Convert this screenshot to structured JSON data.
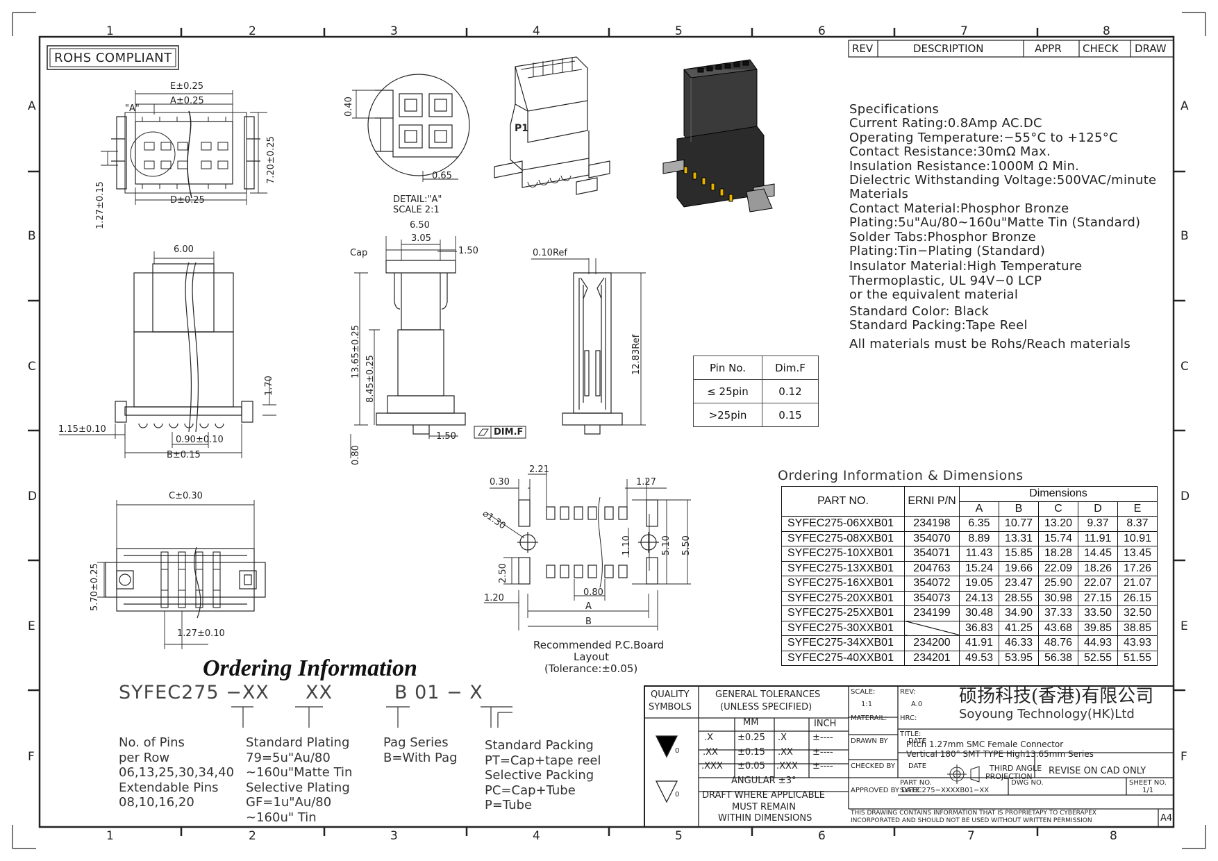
{
  "frame": {
    "columns": [
      "1",
      "2",
      "3",
      "4",
      "5",
      "6",
      "7",
      "8"
    ],
    "rows": [
      "A",
      "B",
      "C",
      "D",
      "E",
      "F"
    ]
  },
  "rohs": "ROHS COMPLIANT",
  "revision_block": {
    "rev": "REV",
    "description": "DESCRIPTION",
    "appr": "APPR",
    "check": "CHECK",
    "draw": "DRAW"
  },
  "specifications": [
    "Specifications",
    "Current  Rating:0.8Amp  AC.DC",
    "Operating  Temperature:−55°C  to  +125°C",
    "Contact  Resistance:30mΩ  Max.",
    "Insulation  Resistance:1000M  Ω Min.",
    "Dielectric  Withstanding  Voltage:500VAC/minute",
    "Materials",
    "Contact  Material:Phosphor  Bronze",
    "Plating:5u\"Au/80~160u\"Matte  Tin  (Standard)",
    "Solder  Tabs:Phosphor  Bronze",
    "Plating:Tin−Plating  (Standard)",
    "Insulator  Material:High  Temperature",
    "Thermoplastic,  UL  94V−0  LCP",
    "or  the  equivalent  material",
    "Standard  Color:  Black",
    "Standard  Packing:Tape  Reel",
    "All  materials  must  be  Rohs/Reach  materials"
  ],
  "dims": {
    "e_025": "E±0.25",
    "a_025": "A±0.25",
    "d_025": "D±0.25",
    "v720": "7.20±0.25",
    "v127": "1.27±0.15",
    "a_label": "\"A\"",
    "d040": "0.40",
    "d065": "0.65",
    "detail": "DETAIL:\"A\"",
    "scale": "SCALE  2:1",
    "d600": "6.00",
    "d170": "1.70",
    "d115": "1.15±0.10",
    "d090": "0.90±0.10",
    "b015": "B±0.15",
    "d650": "6.50",
    "d305": "3.05",
    "d150a": "1.50",
    "cap": "Cap",
    "d1365": "13.65±0.25",
    "d845": "8.45±0.25",
    "d080": "0.80",
    "d150b": "1.50",
    "dimf": "DIM.F",
    "ref010": "0.10Ref",
    "ref1283": "12.83Ref",
    "c030": "C±0.30",
    "v570": "5.70±0.25",
    "p127": "1.27±0.10",
    "pcb030": "0.30",
    "pcb221": "2.21",
    "pcb127": "1.27",
    "pcb130": "⌀1.30",
    "pcb110": "1.10",
    "pcb510": "5.10",
    "pcb550": "5.50",
    "pcb250": "2.50",
    "pcb120": "1.20",
    "pcb080": "0.80",
    "pcbA": "A",
    "pcbB": "B",
    "pcb_note1": "Recommended  P.C.Board",
    "pcb_note2": "Layout",
    "pcb_note3": "(Tolerance:±0.05)",
    "p1": "P1"
  },
  "pin_table": {
    "h1": "Pin  No.",
    "h2": "Dim.F",
    "rows": [
      {
        "pin": "≤ 25pin",
        "val": "0.12"
      },
      {
        "pin": ">25pin",
        "val": "0.15"
      }
    ]
  },
  "ordering": {
    "title": "Ordering  Information  &  Dimensions",
    "h_part": "PART NO.",
    "h_erni": "ERNI P/N",
    "h_dims": "Dimensions",
    "cols": [
      "A",
      "B",
      "C",
      "D",
      "E"
    ],
    "rows": [
      {
        "part": "SYFEC275-06XXB01",
        "erni": "234198",
        "v": [
          "6.35",
          "10.77",
          "13.20",
          "9.37",
          "8.37"
        ]
      },
      {
        "part": "SYFEC275-08XXB01",
        "erni": "354070",
        "v": [
          "8.89",
          "13.31",
          "15.74",
          "11.91",
          "10.91"
        ]
      },
      {
        "part": "SYFEC275-10XXB01",
        "erni": "354071",
        "v": [
          "11.43",
          "15.85",
          "18.28",
          "14.45",
          "13.45"
        ]
      },
      {
        "part": "SYFEC275-13XXB01",
        "erni": "204763",
        "v": [
          "15.24",
          "19.66",
          "22.09",
          "18.26",
          "17.26"
        ]
      },
      {
        "part": "SYFEC275-16XXB01",
        "erni": "354072",
        "v": [
          "19.05",
          "23.47",
          "25.90",
          "22.07",
          "21.07"
        ]
      },
      {
        "part": "SYFEC275-20XXB01",
        "erni": "354073",
        "v": [
          "24.13",
          "28.55",
          "30.98",
          "27.15",
          "26.15"
        ]
      },
      {
        "part": "SYFEC275-25XXB01",
        "erni": "234199",
        "v": [
          "30.48",
          "34.90",
          "37.33",
          "33.50",
          "32.50"
        ]
      },
      {
        "part": "SYFEC275-30XXB01",
        "erni": "",
        "v": [
          "36.83",
          "41.25",
          "43.68",
          "39.85",
          "38.85"
        ]
      },
      {
        "part": "SYFEC275-34XXB01",
        "erni": "234200",
        "v": [
          "41.91",
          "46.33",
          "48.76",
          "44.93",
          "43.93"
        ]
      },
      {
        "part": "SYFEC275-40XXB01",
        "erni": "234201",
        "v": [
          "49.53",
          "53.95",
          "56.38",
          "52.55",
          "51.55"
        ]
      }
    ]
  },
  "order_info": {
    "title": "Ordering Information",
    "code_a": "SYFEC275  −XX",
    "code_b": "XX",
    "code_c": "B   01  −  X",
    "pins": [
      "No.  of  Pins",
      "per  Row",
      "06,13,25,30,34,40",
      "Extendable  Pins",
      "08,10,16,20"
    ],
    "plating": [
      "Standard  Plating",
      "79=5u\"Au/80",
      "~160u\"Matte  Tin",
      "Selective  Plating",
      "GF=1u\"Au/80",
      "~160u\"  Tin"
    ],
    "peg": [
      "Pag  Series",
      "B=With  Pag"
    ],
    "packing": [
      "Standard  Packing",
      "PT=Cap+tape  reel",
      "Selective  Packing",
      "PC=Cap+Tube",
      "P=Tube"
    ]
  },
  "title_block": {
    "quality": "QUALITY",
    "symbols": "SYMBOLS",
    "q0a": "0",
    "q0b": "0",
    "gen_tol": "GENERAL  TOLERANCES",
    "unless": "(UNLESS  SPECIFIED)",
    "mm": "MM",
    "inch": "INCH",
    "tol_rows": [
      {
        "f": ".X",
        "mm": "±0.25",
        "if": ".X",
        "inch": "±----"
      },
      {
        "f": ".XX",
        "mm": "±0.15",
        "if": ".XX",
        "inch": "±----"
      },
      {
        "f": ".XXX",
        "mm": "±0.05",
        "if": ".XXX",
        "inch": "±----"
      }
    ],
    "angular": "ANGULAR  ±3°",
    "draft": [
      "DRAFT  WHERE  APPLICABLE",
      "MUST  REMAIN",
      "WITHIN  DIMENSIONS"
    ],
    "scale_l": "SCALE:",
    "scale_v": "1:1",
    "rev_l": "REV:",
    "rev_v": "A.0",
    "material": "MATERAIL:",
    "hrc": "HRC:",
    "drawn": "DRAWN  BY",
    "date1": "DATE",
    "checked": "CHECKED  BY",
    "date2": "DATE",
    "approved": "APPROVED  BY  DATE",
    "company_cn": "硕扬科技(香港)有限公司",
    "company_en": "Soyoung  Technology(HK)Ltd",
    "title_l": "TITLE:",
    "title1": "Pitch  1.27mm  SMC  Female  Connector",
    "title2": "Vertical  180°  SMT  TYPE  High13.65mm  Series",
    "third": "THIRD  ANGLE",
    "projection": "PROJECTION",
    "revise": "REVISE  ON  CAD  ONLY",
    "partno_l": "PART  NO.",
    "partno_v": "SYFEC275−XXXXB01−XX",
    "dwg": "DWG  NO.",
    "sheet": "SHEET  NO.",
    "sheet_v": "1/1",
    "prop1": "THIS  DRAWING  CONTAINS  INFORMATION  THAT  IS  PROPRIETAPY  TO  CYBERAPEX",
    "prop2": "INCORPORATED  AND  SHOULD  NOT  BE  USED  WITHOUT  WRITTEN  PERMISSION",
    "size": "A4"
  }
}
